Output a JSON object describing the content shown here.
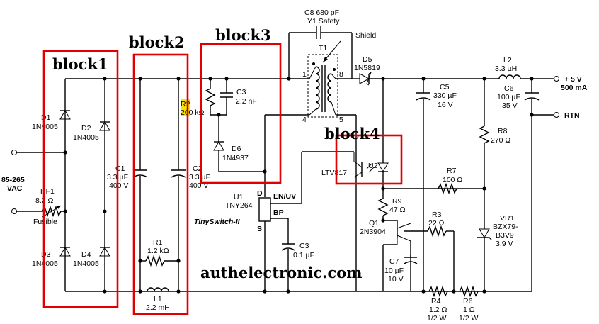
{
  "blocks": {
    "b1": "block1",
    "b2": "block2",
    "b3": "block3",
    "b4": "block4"
  },
  "colors": {
    "box": "#e00000",
    "highlight": "#f4e400"
  },
  "input": {
    "voltage": "85-265",
    "unit": "VAC"
  },
  "components": {
    "d1": {
      "ref": "D1",
      "val": "1N4005"
    },
    "d2": {
      "ref": "D2",
      "val": "1N4005"
    },
    "d3": {
      "ref": "D3",
      "val": "1N4005"
    },
    "d4": {
      "ref": "D4",
      "val": "1N4005"
    },
    "rf1": {
      "ref": "RF1",
      "val": "8.2 Ω",
      "note": "Fusible"
    },
    "c1": {
      "ref": "C1",
      "val1": "3.3 µF",
      "val2": "400 V"
    },
    "c2": {
      "ref": "C2",
      "val1": "3.3 µF",
      "val2": "400 V"
    },
    "r1": {
      "ref": "R1",
      "val": "1.2 kΩ"
    },
    "l1": {
      "ref": "L1",
      "val": "2.2 mH"
    },
    "r2": {
      "ref": "R2",
      "val": "200 kΩ"
    },
    "c3a": {
      "ref": "C3",
      "val": "2.2 nF"
    },
    "d6": {
      "ref": "D6",
      "val": "1N4937"
    },
    "c8": {
      "ref": "C8 680 pF",
      "val": "Y1 Safety"
    },
    "t1": {
      "ref": "T1",
      "shield": "Shield",
      "p1": "1",
      "p4": "4",
      "p5": "5",
      "p8": "8"
    },
    "d5": {
      "ref": "D5",
      "val": "1N5819"
    },
    "c5": {
      "ref": "C5",
      "val1": "330 µF",
      "val2": "16 V"
    },
    "l2": {
      "ref": "L2",
      "val": "3.3 µH"
    },
    "c6": {
      "ref": "C6",
      "val1": "100 µF",
      "val2": "35 V"
    },
    "r8": {
      "ref": "R8",
      "val": "270 Ω"
    },
    "u2": {
      "ref": "U2",
      "val": "LTV817"
    },
    "r7": {
      "ref": "R7",
      "val": "100 Ω"
    },
    "u1": {
      "ref": "U1",
      "val": "TNY264",
      "pin_d": "D",
      "pin_en": "EN/UV",
      "pin_bp": "BP",
      "pin_s": "S",
      "family": "TinySwitch-II"
    },
    "c3b": {
      "ref": "C3",
      "val": "0.1 µF"
    },
    "r9": {
      "ref": "R9",
      "val": "47 Ω"
    },
    "q1": {
      "ref": "Q1",
      "val": "2N3904"
    },
    "r3": {
      "ref": "R3",
      "val": "22 Ω"
    },
    "vr1": {
      "ref": "VR1",
      "val1": "BZX79-",
      "val2": "B3V9",
      "val3": "3.9 V"
    },
    "c7": {
      "ref": "C7",
      "val1": "10 µF",
      "val2": "10 V"
    },
    "r4": {
      "ref": "R4",
      "val1": "1.2 Ω",
      "val2": "1/2 W"
    },
    "r6": {
      "ref": "R6",
      "val1": "1 Ω",
      "val2": "1/2 W"
    }
  },
  "outputs": {
    "vout": "+ 5 V",
    "iout": "500 mA",
    "rtn": "RTN"
  },
  "watermark": "authelectronic.com"
}
